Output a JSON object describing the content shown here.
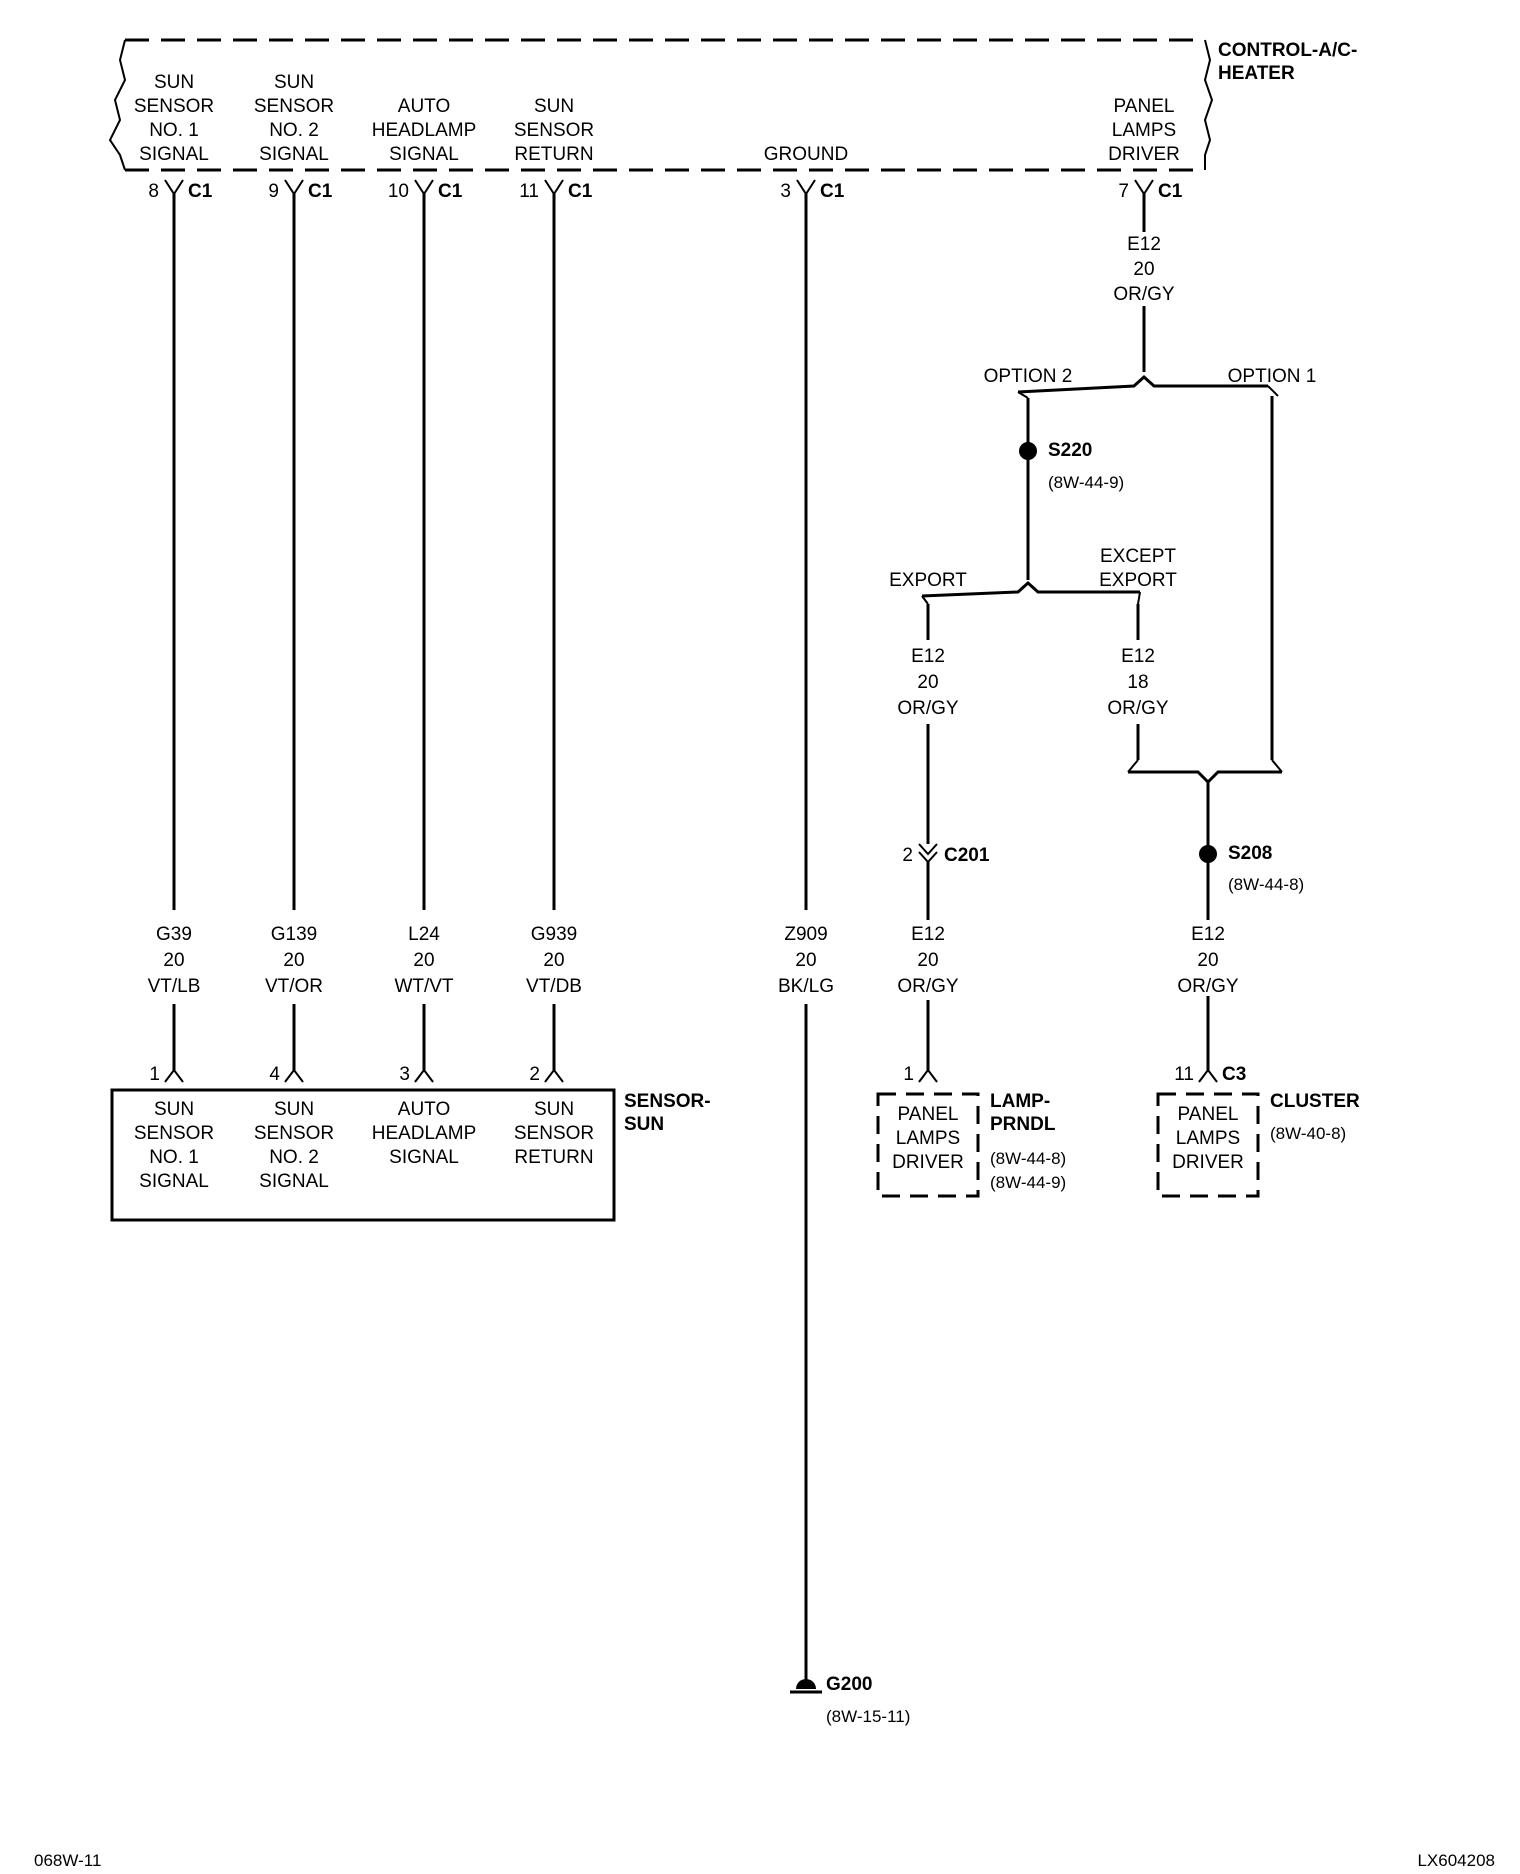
{
  "module": {
    "name_lines": [
      "CONTROL-A/C-",
      "HEATER"
    ],
    "pins": [
      {
        "label": [
          "SUN",
          "SENSOR",
          "NO. 1",
          "SIGNAL"
        ],
        "pin": "8",
        "conn": "C1",
        "wire": [
          "G39",
          "20",
          "VT/LB"
        ]
      },
      {
        "label": [
          "SUN",
          "SENSOR",
          "NO. 2",
          "SIGNAL"
        ],
        "pin": "9",
        "conn": "C1",
        "wire": [
          "G139",
          "20",
          "VT/OR"
        ]
      },
      {
        "label": [
          "AUTO",
          "HEADLAMP",
          "SIGNAL"
        ],
        "pin": "10",
        "conn": "C1",
        "wire": [
          "L24",
          "20",
          "WT/VT"
        ]
      },
      {
        "label": [
          "SUN",
          "SENSOR",
          "RETURN"
        ],
        "pin": "11",
        "conn": "C1",
        "wire": [
          "G939",
          "20",
          "VT/DB"
        ]
      },
      {
        "label": [
          "GROUND"
        ],
        "pin": "3",
        "conn": "C1",
        "wire": [
          "Z909",
          "20",
          "BK/LG"
        ]
      },
      {
        "label": [
          "PANEL",
          "LAMPS",
          "DRIVER"
        ],
        "pin": "7",
        "conn": "C1",
        "wire": [
          "E12",
          "20",
          "OR/GY"
        ]
      }
    ]
  },
  "sensor": {
    "name_lines": [
      "SENSOR-",
      "SUN"
    ],
    "pins": [
      {
        "label": [
          "SUN",
          "SENSOR",
          "NO. 1",
          "SIGNAL"
        ],
        "pin": "1"
      },
      {
        "label": [
          "SUN",
          "SENSOR",
          "NO. 2",
          "SIGNAL"
        ],
        "pin": "4"
      },
      {
        "label": [
          "AUTO",
          "HEADLAMP",
          "SIGNAL"
        ],
        "pin": "3"
      },
      {
        "label": [
          "SUN",
          "SENSOR",
          "RETURN"
        ],
        "pin": "2"
      }
    ]
  },
  "options": {
    "left": "OPTION 2",
    "right": "OPTION 1"
  },
  "splices": {
    "s220": {
      "name": "S220",
      "ref": "(8W-44-9)"
    },
    "s208": {
      "name": "S208",
      "ref": "(8W-44-8)"
    }
  },
  "branches": {
    "left": "EXPORT",
    "right_lines": [
      "EXCEPT",
      "EXPORT"
    ]
  },
  "wires": {
    "export": [
      "E12",
      "20",
      "OR/GY"
    ],
    "except_export": [
      "E12",
      "18",
      "OR/GY"
    ],
    "lamp_feed": [
      "E12",
      "20",
      "OR/GY"
    ],
    "cluster_feed": [
      "E12",
      "20",
      "OR/GY"
    ]
  },
  "c201": {
    "pin": "2",
    "name": "C201"
  },
  "lamp": {
    "pin": "1",
    "label": [
      "PANEL",
      "LAMPS",
      "DRIVER"
    ],
    "name_lines": [
      "LAMP-",
      "PRNDL"
    ],
    "refs": [
      "(8W-44-8)",
      "(8W-44-9)"
    ]
  },
  "cluster": {
    "pin": "11",
    "conn": "C3",
    "label": [
      "PANEL",
      "LAMPS",
      "DRIVER"
    ],
    "name": "CLUSTER",
    "ref": "(8W-40-8)"
  },
  "ground": {
    "name": "G200",
    "ref": "(8W-15-11)"
  },
  "footer": {
    "left": "068W-11",
    "right": "LX604208"
  }
}
